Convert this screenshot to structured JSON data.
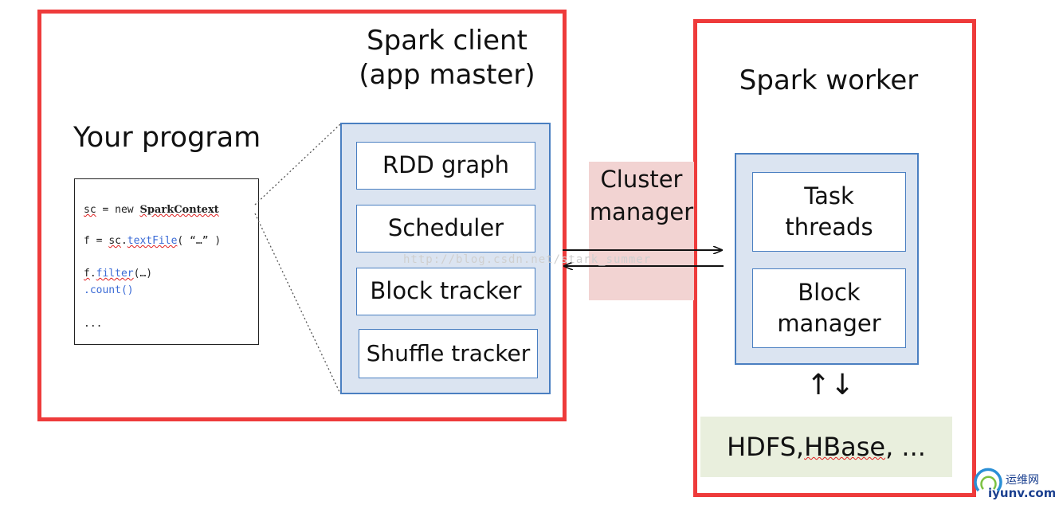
{
  "client": {
    "title_line1": "Spark client",
    "title_line2": "(app master)",
    "components": [
      "RDD graph",
      "Scheduler",
      "Block tracker",
      "Shuffle tracker"
    ]
  },
  "program": {
    "title": "Your program",
    "code": {
      "line1_sc": "sc",
      "line1_mid": " = new ",
      "line1_class": "SparkContext",
      "line2_pre": "f = ",
      "line2_sc": "sc",
      "line2_dot": ".",
      "line2_method": "textFile",
      "line2_args": "( “…” )",
      "line3_f": "f",
      "line3_dot": ".",
      "line3_method": "filter",
      "line3_args": "(…)",
      "line4": " .count()",
      "line5": "..."
    }
  },
  "cluster": {
    "line1": "Cluster",
    "line2": "manager"
  },
  "worker": {
    "title": "Spark worker",
    "task_line1": "Task",
    "task_line2": "threads",
    "block_line1": "Block",
    "block_line2": "manager",
    "arrows": "↑↓"
  },
  "storage": {
    "pre": "HDFS, ",
    "hbase": "HBase",
    "post": ", ..."
  },
  "watermark": "http://blog.csdn.net/stark_summer",
  "logo": {
    "cn": "运维网",
    "en": "iyunv.com"
  },
  "colors": {
    "frame_red": "#ee3b3b",
    "panel_blue": "#dbe4f1",
    "panel_border": "#4a7fc1",
    "cluster_pink": "#f2d3d2",
    "storage_green": "#e9efdd"
  }
}
